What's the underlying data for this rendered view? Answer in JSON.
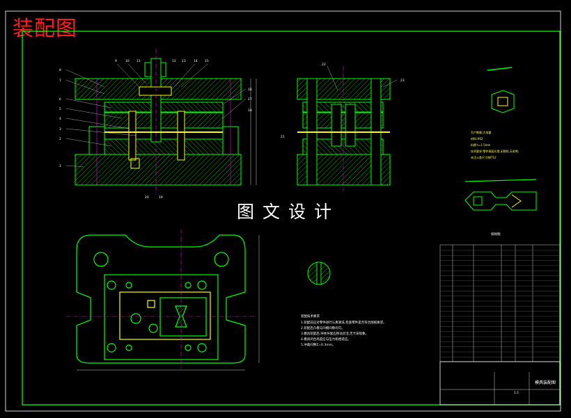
{
  "title": "装配图",
  "watermark": "图文设计",
  "part_numbers": {
    "top": [
      "9",
      "10",
      "11",
      "12",
      "13",
      "14",
      "15"
    ],
    "left": [
      "8",
      "7",
      "6",
      "5",
      "4",
      "3",
      "2",
      "1"
    ],
    "right": [
      "16",
      "17",
      "18"
    ],
    "bottom": [
      "20",
      "19"
    ],
    "side_view": [
      "22",
      "23",
      "21"
    ]
  },
  "product_notes": [
    "生产数量:大批量",
    "材料:H62",
    "料厚:t=1.5mm",
    "技术要求:零件表面光滑,无裂纹,无毛刺,",
    "未注公差尺寸按IT12"
  ],
  "layout_caption": "排样图",
  "tech_requirements": {
    "heading": "装配技术要求",
    "items": [
      "1.装配前应对零件进行认真清洗,检查零件是否符合图纸要求。",
      "2.装配后凸模与凹模间隙均匀。",
      "3.模具装配后,导柱导套应移动灵活,无卡滞现象。",
      "4.模具闭合高度应与压力机相适应。",
      "5.冲裁间隙Z=0.3mm。"
    ]
  },
  "title_block": {
    "drawing_name": "模具装配图",
    "scale": "1:1"
  },
  "colors": {
    "green": "#00ff00",
    "yellow": "#ffff00",
    "red": "#ff2020",
    "magenta": "#ff00ff",
    "white": "#ffffff",
    "cyan": "#00ffff"
  }
}
